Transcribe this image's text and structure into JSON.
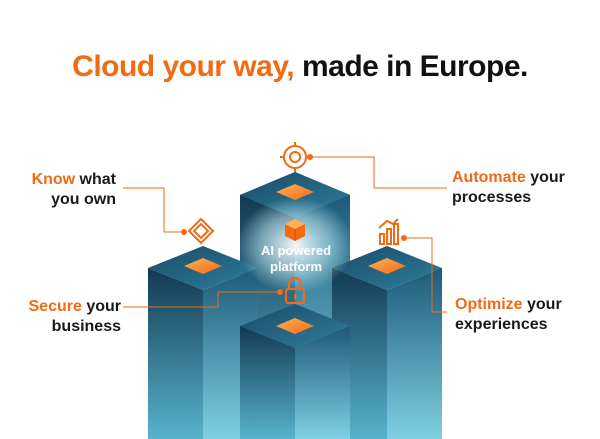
{
  "headline": {
    "highlight": "Cloud your way,",
    "rest": " made in Europe."
  },
  "labels": {
    "know": {
      "highlight": "Know",
      "rest1": " what",
      "line2": "you own"
    },
    "secure": {
      "highlight": "Secure",
      "rest1": " your",
      "line2": "business"
    },
    "automate": {
      "highlight": "Automate",
      "rest1": " your",
      "line2": "processes"
    },
    "optimize": {
      "highlight": "Optimize",
      "rest1": " your",
      "line2": "experiences"
    }
  },
  "center": {
    "line1": "AI powered",
    "line2": "platform"
  },
  "icons": [
    "shield-lock-icon",
    "gear-cycle-icon",
    "bar-chart-icon",
    "padlock-icon",
    "cube-icon"
  ],
  "colors": {
    "accent": "#f26a12",
    "pillar_dark": "#163f57",
    "pillar_light": "#3aa9c4",
    "text": "#111111"
  }
}
